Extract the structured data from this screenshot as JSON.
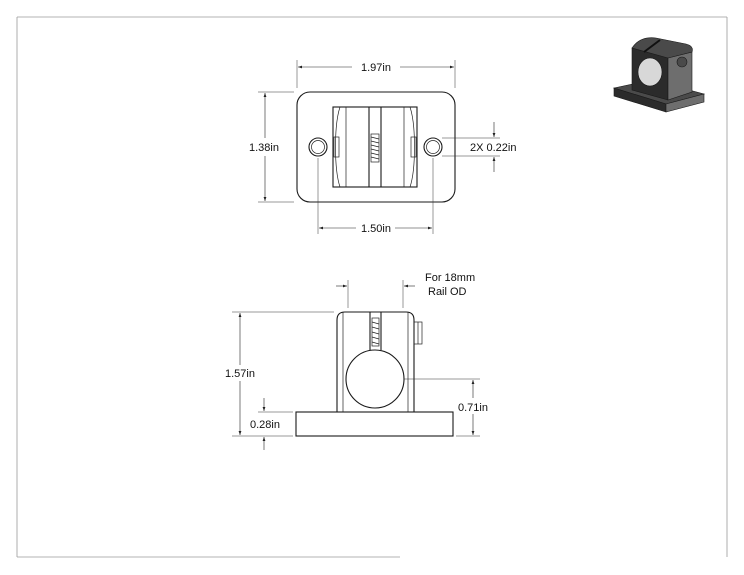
{
  "dimensions": {
    "overall_width": "1.97in",
    "overall_height": "1.38in",
    "hole_callout": "2X 0.22in",
    "hole_spacing": "1.50in",
    "total_height": "1.57in",
    "base_thickness": "0.28in",
    "center_height": "0.71in"
  },
  "notes": {
    "rail_line1": "For 18mm",
    "rail_line2": "Rail OD"
  },
  "colors": {
    "line": "#1a1a1a",
    "frame": "#9a9a9a",
    "iso_dark": "#2b2b2b",
    "iso_mid": "#4a4a4a",
    "iso_light": "#6e6e6e"
  }
}
